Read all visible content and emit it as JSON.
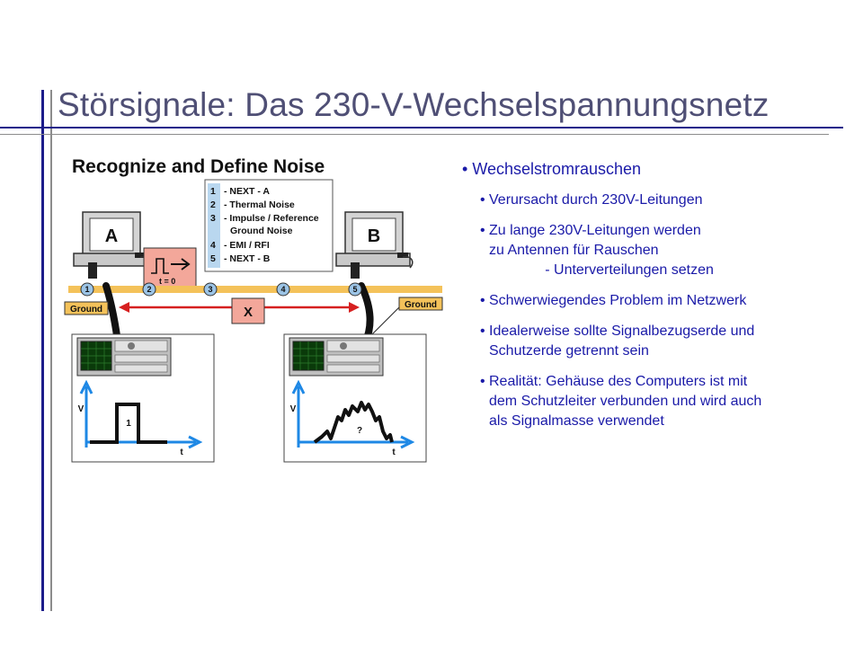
{
  "slide": {
    "title": "Störsignale: Das 230-V-Wechselspannungsnetz",
    "accent_color": "#1c1c8a",
    "text_color": "#1a1aa8"
  },
  "figure": {
    "title": "Recognize and Define Noise",
    "legend": [
      {
        "num": "1",
        "text": "- NEXT - A"
      },
      {
        "num": "2",
        "text": "- Thermal Noise"
      },
      {
        "num": "3",
        "text": "- Impulse / Reference"
      },
      {
        "num": "",
        "text": "Ground Noise"
      },
      {
        "num": "4",
        "text": "- EMI / RFI"
      },
      {
        "num": "5",
        "text": "- NEXT - B"
      }
    ],
    "computer_a": "A",
    "computer_b": "B",
    "pulse_label": "t = 0",
    "x_label": "X",
    "ground_left": "Ground",
    "ground_right": "Ground",
    "points": [
      "1",
      "2",
      "3",
      "4",
      "5"
    ],
    "scope_left": {
      "y_label": "V",
      "x_label": "t",
      "pulse_label": "1"
    },
    "scope_right": {
      "y_label": "V",
      "x_label": "t",
      "pulse_label": "?"
    }
  },
  "bullets": {
    "heading": "Wechselstromrauschen",
    "items": [
      "Verursacht durch 230V-Leitungen",
      "Zu lange 230V-Leitungen werden\nzu Antennen für Rauschen\n              - Unterverteilungen setzen",
      "Schwerwiegendes Problem im Netzwerk",
      "Idealerweise sollte Signalbezugserde und\nSchutzerde getrennt sein",
      "Realität: Gehäuse des Computers ist mit\ndem Schutzleiter verbunden und wird auch\nals Signalmasse verwendet"
    ]
  }
}
